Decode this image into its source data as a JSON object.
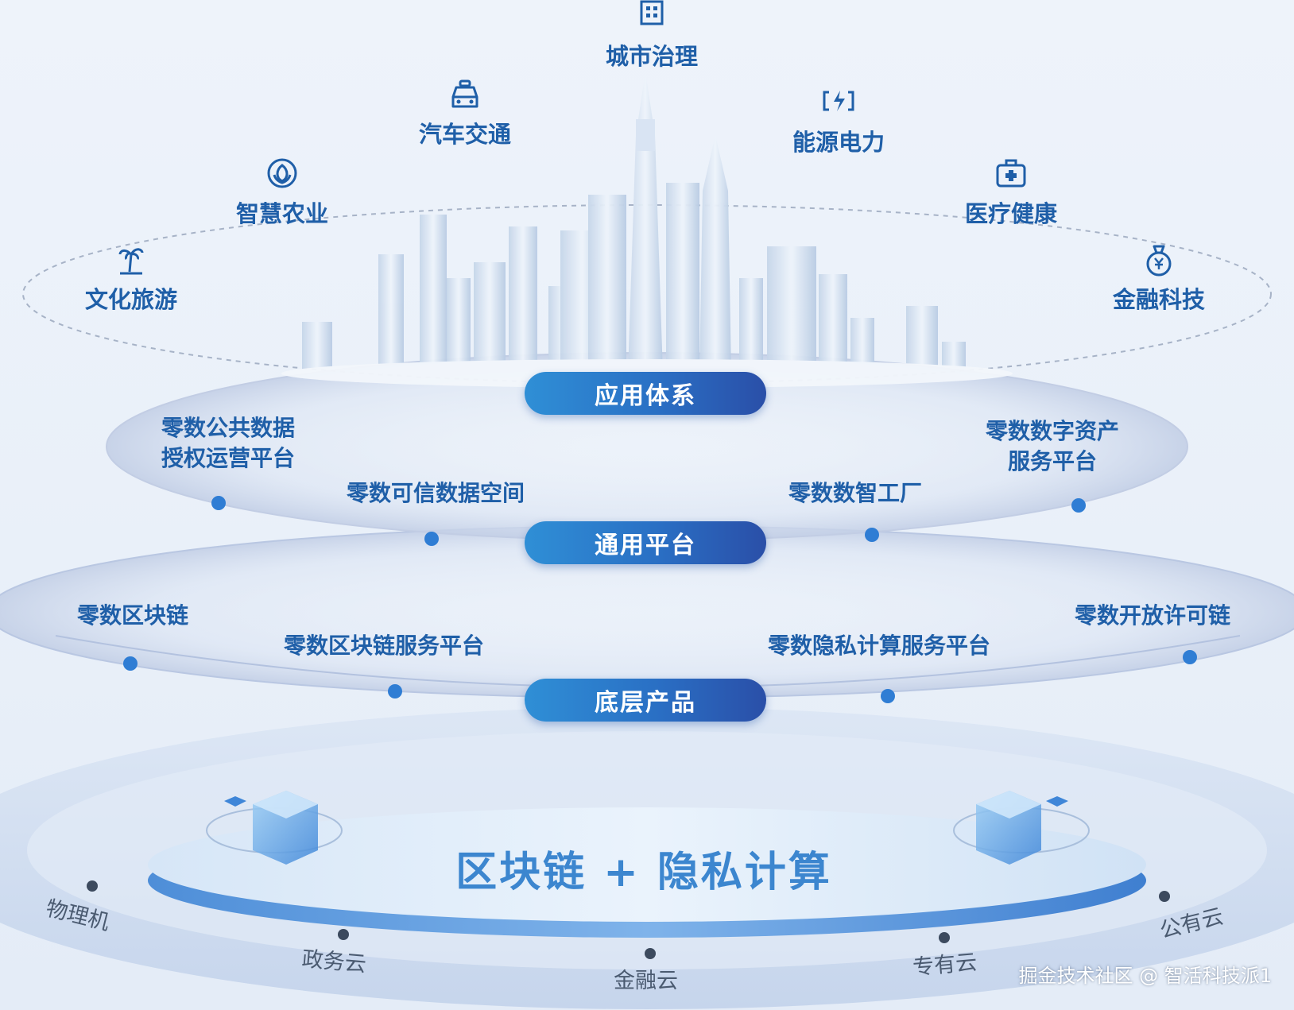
{
  "applications": [
    {
      "label": "城市治理",
      "icon": "building-icon"
    },
    {
      "label": "汽车交通",
      "icon": "car-icon"
    },
    {
      "label": "能源电力",
      "icon": "battery-icon"
    },
    {
      "label": "智慧农业",
      "icon": "leaf-icon"
    },
    {
      "label": "医疗健康",
      "icon": "medkit-icon"
    },
    {
      "label": "文化旅游",
      "icon": "palm-tree-icon"
    },
    {
      "label": "金融科技",
      "icon": "money-bag-icon"
    }
  ],
  "layers": {
    "application": "应用体系",
    "platform": "通用平台",
    "product": "底层产品"
  },
  "platform_items": {
    "public_data": "零数公共数据\n授权运营平台",
    "trusted_space": "零数可信数据空间",
    "smart_factory": "零数数智工厂",
    "digital_asset": "零数数字资产\n服务平台"
  },
  "product_items": {
    "blockchain": "零数区块链",
    "baas": "零数区块链服务平台",
    "privacy": "零数隐私计算服务平台",
    "open_chain": "零数开放许可链"
  },
  "core": "区块链 + 隐私计算",
  "infrastructure": [
    "物理机",
    "政务云",
    "金融云",
    "专有云",
    "公有云"
  ],
  "watermark": "掘金技术社区 @ 智活科技派1",
  "colors": {
    "accent": "#1f5fa8",
    "pill": "#2a6fc4",
    "core_text": "#3c86cf"
  }
}
